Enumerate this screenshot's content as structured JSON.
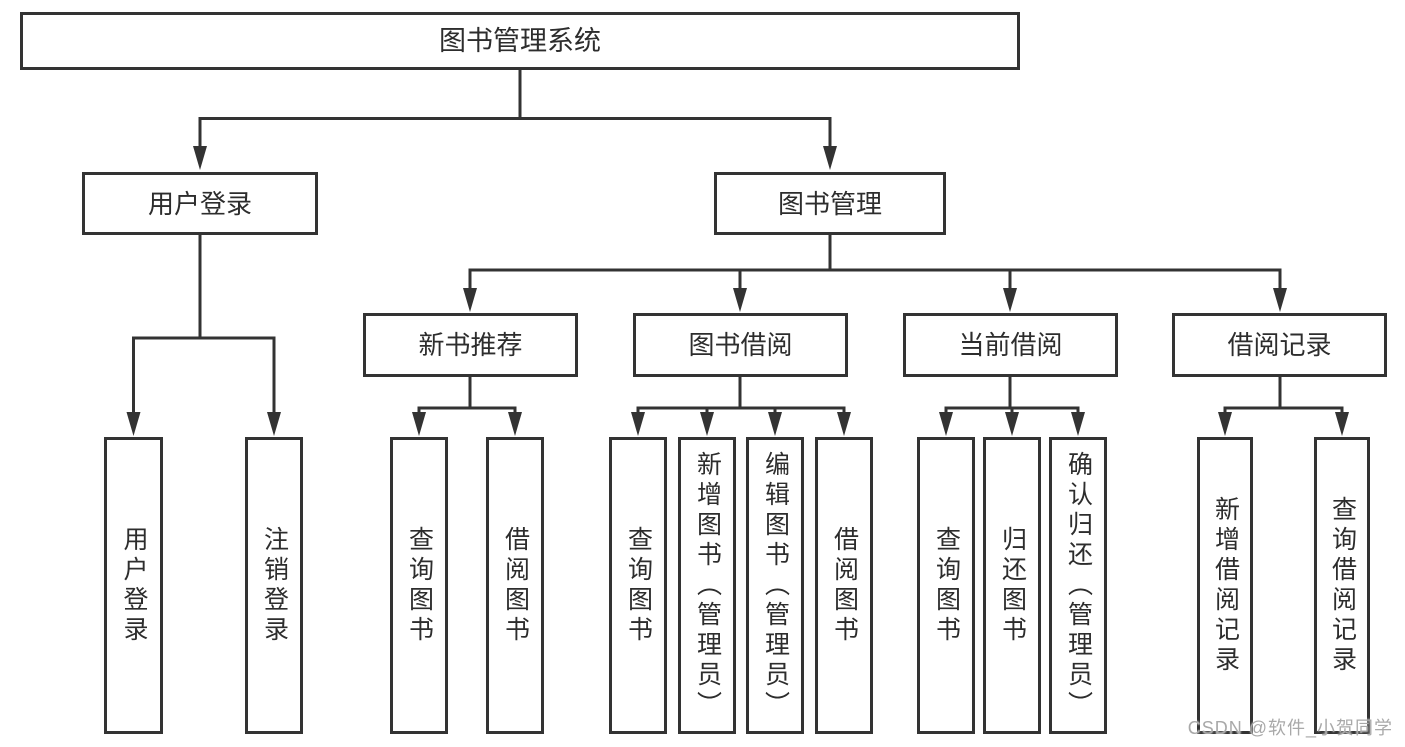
{
  "diagram": {
    "type": "hierarchy-tree",
    "line_color": "#333333",
    "box_border_color": "#333333",
    "box_background": "#ffffff",
    "text_color": "#2d2d2d",
    "background": "#ffffff"
  },
  "tree": {
    "label": "图书管理系统",
    "children": [
      {
        "label": "用户登录",
        "children": [
          {
            "label": "用户登录"
          },
          {
            "label": "注销登录"
          }
        ]
      },
      {
        "label": "图书管理",
        "children": [
          {
            "label": "新书推荐",
            "children": [
              {
                "label": "查询图书"
              },
              {
                "label": "借阅图书"
              }
            ]
          },
          {
            "label": "图书借阅",
            "children": [
              {
                "label": "查询图书"
              },
              {
                "label": "新增图书（管理员）"
              },
              {
                "label": "编辑图书（管理员）"
              },
              {
                "label": "借阅图书"
              }
            ]
          },
          {
            "label": "当前借阅",
            "children": [
              {
                "label": "查询图书"
              },
              {
                "label": "归还图书"
              },
              {
                "label": "确认归还（管理员）"
              }
            ]
          },
          {
            "label": "借阅记录",
            "children": [
              {
                "label": "新增借阅记录"
              },
              {
                "label": "查询借阅记录"
              }
            ]
          }
        ]
      }
    ]
  },
  "watermark": {
    "text": "CSDN @软件_小贺同学",
    "color": "#a9a9a9"
  }
}
